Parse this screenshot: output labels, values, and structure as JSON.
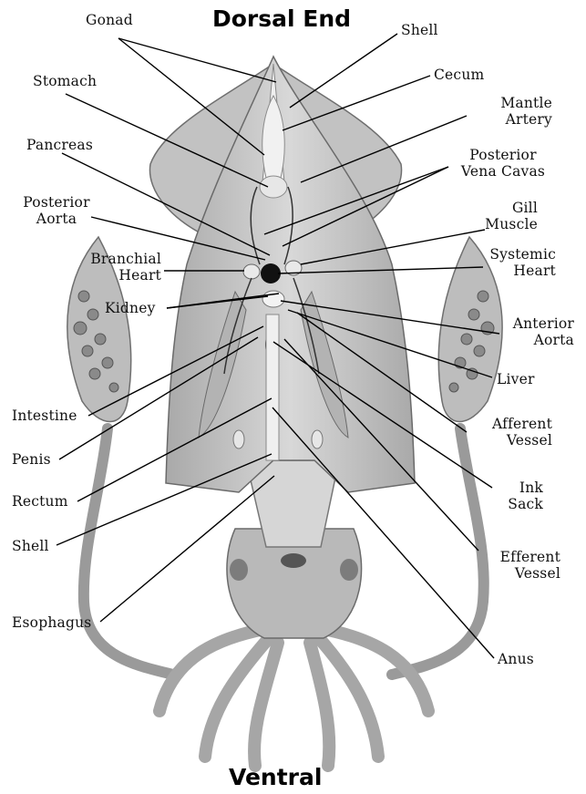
{
  "titles": {
    "top": "Dorsal End",
    "bottom": "Ventral"
  },
  "labels": {
    "gonad": "Gonad",
    "shell_top": "Shell",
    "stomach": "Stomach",
    "cecum": "Cecum",
    "mantle_artery": [
      "Mantle",
      "Artery"
    ],
    "pancreas": "Pancreas",
    "posterior_vena_cavas": [
      "Posterior",
      "Vena Cavas"
    ],
    "posterior_aorta": [
      "Posterior",
      "Aorta"
    ],
    "gill_muscle": [
      "Gill",
      "Muscle"
    ],
    "branchial_heart": [
      "Branchial",
      "Heart"
    ],
    "systemic_heart": [
      "Systemic",
      "Heart"
    ],
    "kidney": "Kidney",
    "anterior_aorta": [
      "Anterior",
      "Aorta"
    ],
    "liver": "Liver",
    "intestine": "Intestine",
    "afferent_vessel": [
      "Afferent",
      "Vessel"
    ],
    "penis": "Penis",
    "ink_sack": [
      "Ink",
      "Sack"
    ],
    "rectum": "Rectum",
    "shell_bottom": "Shell",
    "efferent_vessel": [
      "Efferent",
      "Vessel"
    ],
    "esophagus": "Esophagus",
    "anus": "Anus"
  },
  "colors": {
    "line": "#111111",
    "body": "#c9c9c9",
    "shade": "#9e9e9e",
    "organ": "#ececec"
  }
}
